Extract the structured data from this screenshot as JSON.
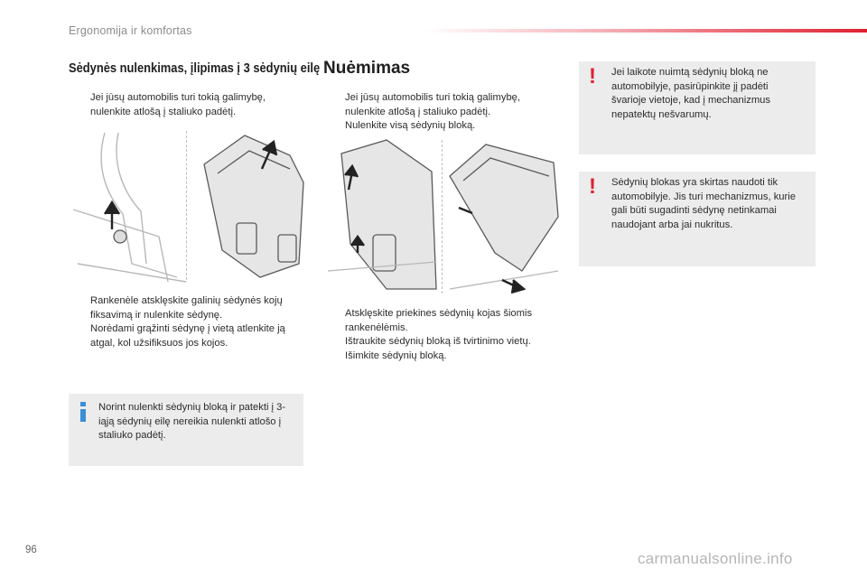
{
  "header": {
    "title": "Ergonomija ir komfortas"
  },
  "section_left": {
    "title": "Sėdynės nulenkimas, įlipimas į 3 sėdynių eilę",
    "bullets_top": [
      "Jei jūsų automobilis turi tokią galimybę, nulenkite atlošą į staliuko padėtį."
    ],
    "bullets_bottom": [
      "Rankenėle atsklęskite galinių sėdynės kojų fiksavimą ir nulenkite sėdynę.",
      "Norėdami grąžinti sėdynę į vietą atlenkite ją atgal, kol užsifiksuos jos kojos."
    ],
    "info_note": "Norint nulenkti sėdynių bloką ir patekti į 3-iąją sėdynių eilę nereikia nulenkti atlošo į staliuko padėtį."
  },
  "section_mid": {
    "title": "Nuėmimas",
    "bullets_top": [
      "Jei jūsų automobilis turi tokią galimybę, nulenkite atlošą į staliuko padėtį.",
      "Nulenkite visą sėdynių bloką."
    ],
    "bullets_bottom": [
      "Atsklęskite priekines sėdynių kojas šiomis rankenėlėmis.",
      "Ištraukite sėdynių bloką iš tvirtinimo vietų.",
      "Išimkite sėdynių bloką."
    ]
  },
  "warnings": [
    "Jei laikote nuimtą sėdynių bloką ne automobilyje, pasirūpinkite jį padėti švarioje vietoje, kad į mechanizmus nepatektų nešvarumų.",
    "Sėdynių blokas yra skirtas naudoti tik automobilyje. Jis turi mechanizmus, kurie gali būti sugadinti sėdynę netinkamai naudojant arba jai nukritus."
  ],
  "bullet_marker": "",
  "warning_mark": "!",
  "page_number": "96",
  "watermark": "carmanualsonline.info",
  "colors": {
    "accent": "#e0202f",
    "info": "#3a8fd6",
    "box_bg": "#ececec"
  }
}
